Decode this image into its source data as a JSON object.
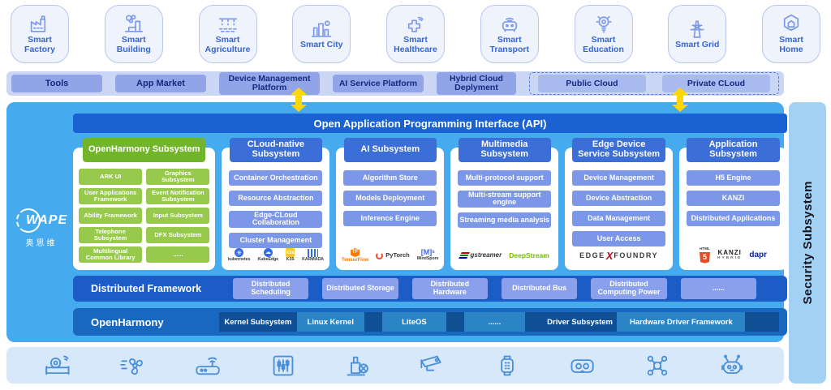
{
  "brand": {
    "name": "WAPE",
    "name_cn": "奥思维"
  },
  "scenarios": [
    {
      "label": "Smart Factory"
    },
    {
      "label": "Smart Building"
    },
    {
      "label": "Smart Agriculture"
    },
    {
      "label": "Smart City"
    },
    {
      "label": "Smart Healthcare"
    },
    {
      "label": "Smart Transport"
    },
    {
      "label": "Smart Education"
    },
    {
      "label": "Smart Grid"
    },
    {
      "label": "Smart Home"
    }
  ],
  "platform_row": {
    "tools": "Tools",
    "app_market": "App Market",
    "device_mgmt": "Device Management Platform",
    "ai_service": "AI Service Platform",
    "hybrid_cloud": "Hybrid Cloud Deplyment",
    "public_cloud": "Public Cloud",
    "private_cloud": "Private CLoud"
  },
  "api_bar": {
    "label": "Open Application Programming Interface (API)"
  },
  "columns": [
    {
      "header": "OpenHarmony Subsystem",
      "items": [
        "ARK UI",
        "Graphics Subsystem",
        "User Applications Framework",
        "Event Notification Subsystem",
        "Ability Framework",
        "Input Subsystem",
        "Telephone Subsystem",
        "DFX Subsystem",
        "Multilingual Common Library",
        "......"
      ]
    },
    {
      "header": "CLoud-native Subsystem",
      "items": [
        "Container Orchestration",
        "Resource Abstraction",
        "Edge-CLoud Collaboration",
        "Cluster Management"
      ],
      "logos": [
        {
          "caption": "kubernetes"
        },
        {
          "caption": "KubeEdge"
        },
        {
          "caption": "K3S"
        },
        {
          "caption": "KARMADA"
        }
      ]
    },
    {
      "header": "AI Subsystem",
      "items": [
        "Algorithm Store",
        "Models Deployment",
        "Inference Engine"
      ],
      "logos": [
        {
          "caption": "TensorFlow"
        },
        {
          "caption": "PyTorch"
        },
        {
          "caption": "MindSpore",
          "mark": "[M]ˢ"
        }
      ]
    },
    {
      "header": "Multimedia Subsystem",
      "items": [
        "Multi-protocol support",
        "Multi-stream support engine",
        "Streaming media analysis"
      ],
      "logos": [
        {
          "caption": "gstreamer"
        },
        {
          "caption": "DeepStream"
        }
      ]
    },
    {
      "header": "Edge Device Service Subsystem",
      "items": [
        "Device Management",
        "Device Abstraction",
        "Data Management",
        "User Access"
      ],
      "logos": [
        {
          "p1": "EDGE",
          "p2": "X",
          "p3": "FOUNDRY"
        }
      ]
    },
    {
      "header": "Application Subsystem",
      "items": [
        "H5 Engine",
        "KANZI",
        "Distributed Applications"
      ],
      "logos": [
        {
          "caption": "HTML",
          "mark": "5"
        },
        {
          "caption": "KANZI",
          "sub": "HYBRID"
        },
        {
          "caption": "dapr"
        }
      ]
    }
  ],
  "distributed_framework": {
    "label": "Distributed Framework",
    "items": [
      "Distributed Scheduling",
      "Distributed Storage",
      "Distributed Hardware",
      "Distributed Bus",
      "Distributed Computing Power",
      "......"
    ]
  },
  "openharmony_row": {
    "label": "OpenHarmony",
    "segments": [
      "Kernel Subsystem",
      "Linux Kernel",
      "LiteOS",
      "......",
      "Driver Subsystem",
      "Hardware Driver Framework"
    ]
  },
  "security_bar": {
    "label": "Security Subsystem"
  },
  "device_icons": [
    "smart-water-meter",
    "impeller-fan",
    "wifi-router",
    "control-panel",
    "industrial-pump",
    "cctv-camera",
    "smartwatch",
    "vr-headset",
    "drone",
    "robot"
  ],
  "colors": {
    "panel_blue": "#45aaee",
    "api_blue": "#1a62d4",
    "header_blue": "#3c6ed8",
    "item_blue": "#7d97e8",
    "green_header": "#72b52a",
    "green_item": "#97c94c",
    "strip_lavender": "#cbd6f4",
    "strip_box": "#91a4e8",
    "arrow_yellow": "#ffd60a",
    "security_blue": "#a3d1f3",
    "dark_row": "#1c5cc7"
  }
}
